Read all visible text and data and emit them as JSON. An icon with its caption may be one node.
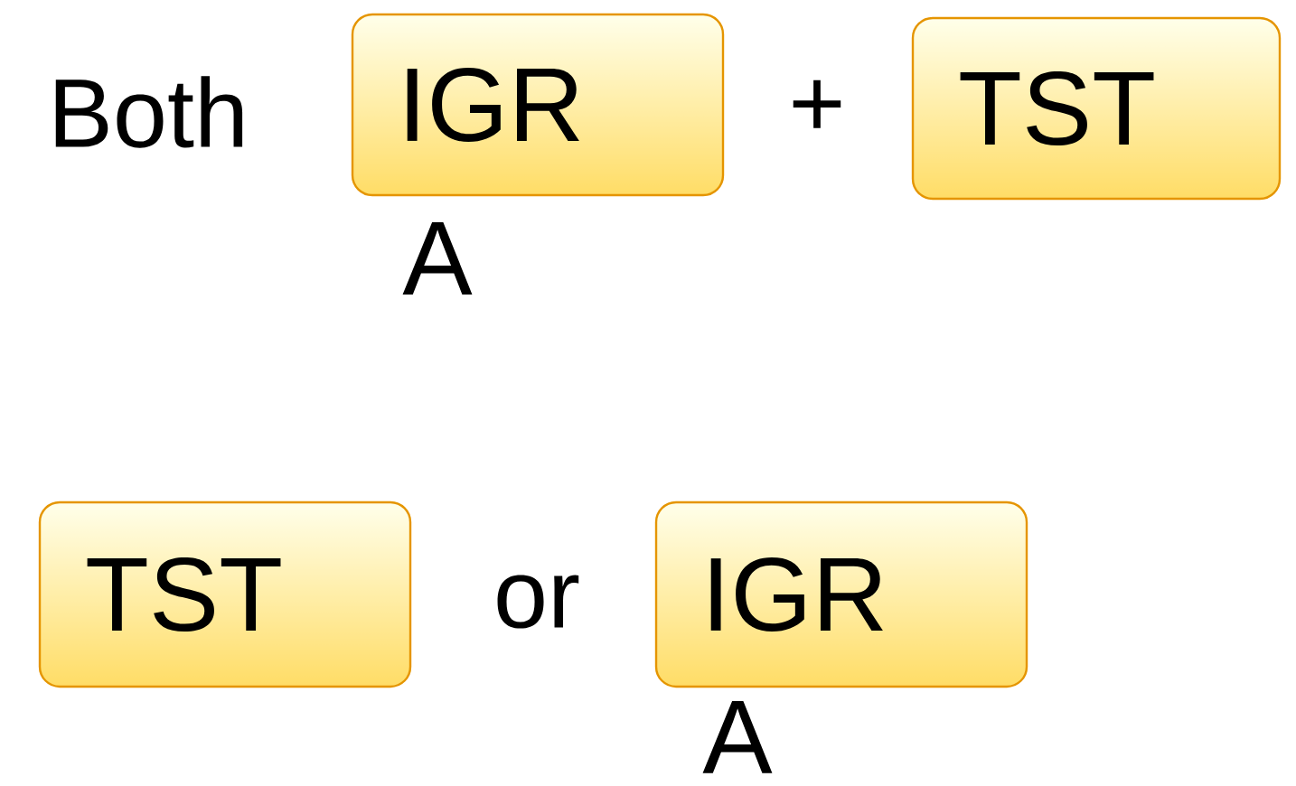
{
  "diagram": {
    "nodes": [
      {
        "text": [
          "IGR"
        ],
        "beside": [
          "A"
        ]
      },
      {
        "text": [
          "TST"
        ]
      },
      {
        "text": [
          "TST"
        ]
      },
      {
        "text": [
          "IGR"
        ],
        "beside": [
          "A"
        ]
      }
    ],
    "labels": [
      "Both",
      "+",
      "or"
    ]
  }
}
